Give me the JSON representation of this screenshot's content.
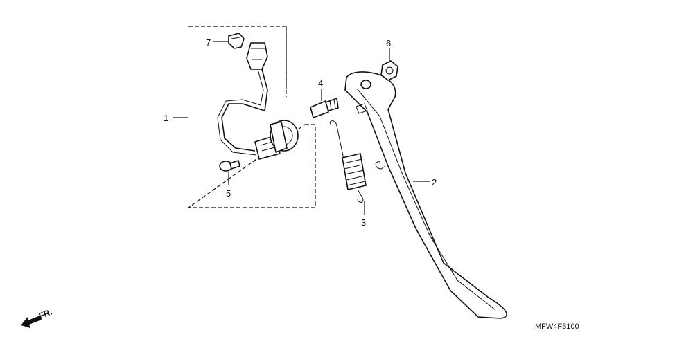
{
  "callouts": {
    "p1": "1",
    "p2": "2",
    "p3": "3",
    "p4": "4",
    "p5": "5",
    "p6": "6",
    "p7": "7"
  },
  "diagram_code": "MFW4F3100",
  "direction_label": "FR."
}
